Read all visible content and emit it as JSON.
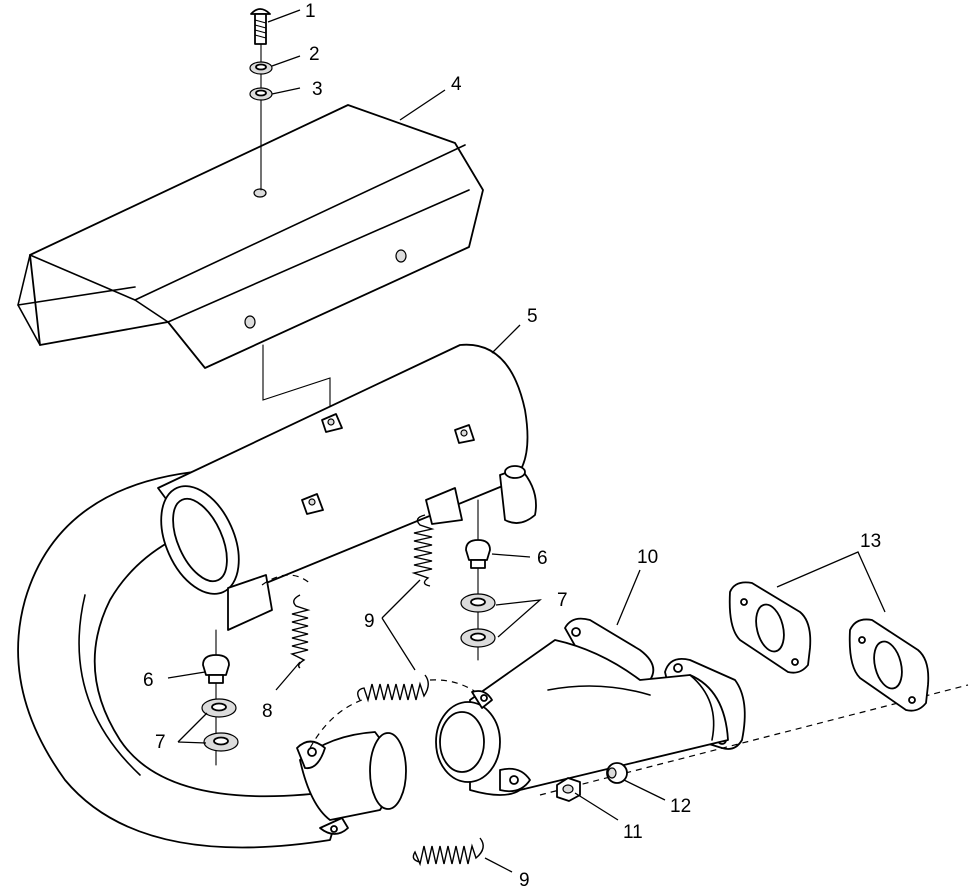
{
  "callouts": {
    "c1": "1",
    "c2": "2",
    "c3": "3",
    "c4": "4",
    "c5": "5",
    "c6a": "6",
    "c6b": "6",
    "c7a": "7",
    "c7b": "7",
    "c8": "8",
    "c9a": "9",
    "c9b": "9",
    "c10": "10",
    "c11": "11",
    "c12": "12",
    "c13": "13"
  }
}
